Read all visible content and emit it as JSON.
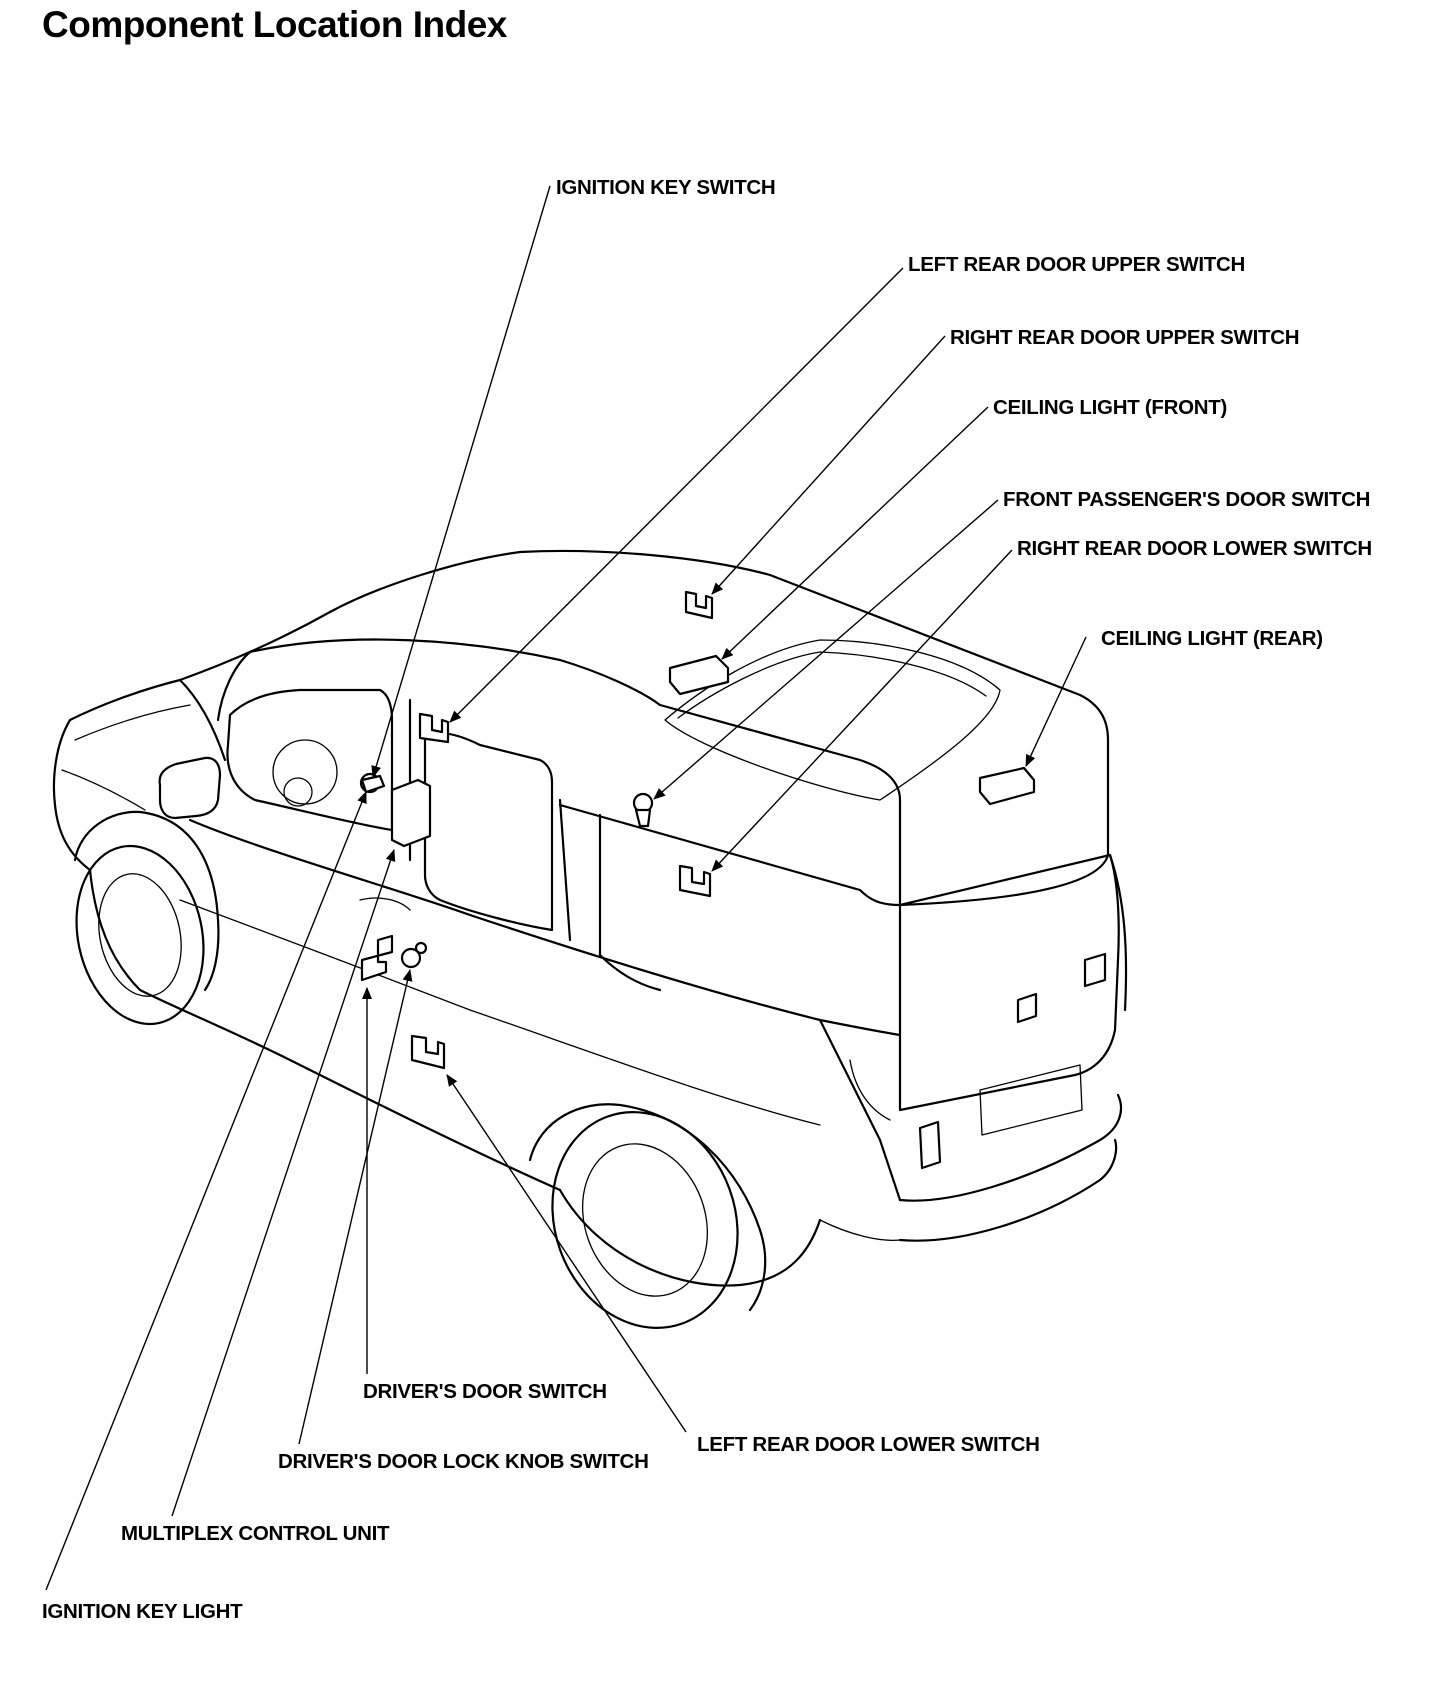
{
  "title": "Component Location Index",
  "labels": {
    "ignition_key_switch": "IGNITION KEY SWITCH",
    "left_rear_door_upper_switch": "LEFT REAR DOOR UPPER SWITCH",
    "right_rear_door_upper_switch": "RIGHT REAR DOOR UPPER SWITCH",
    "ceiling_light_front": "CEILING LIGHT (FRONT)",
    "front_passengers_door_switch": "FRONT PASSENGER'S DOOR SWITCH",
    "right_rear_door_lower_switch": "RIGHT REAR DOOR LOWER SWITCH",
    "ceiling_light_rear": "CEILING LIGHT (REAR)",
    "drivers_door_switch": "DRIVER'S DOOR SWITCH",
    "left_rear_door_lower_switch": "LEFT REAR DOOR LOWER SWITCH",
    "drivers_door_lock_knob_switch": "DRIVER'S DOOR LOCK KNOB SWITCH",
    "multiplex_control_unit": "MULTIPLEX CONTROL UNIT",
    "ignition_key_light": "IGNITION KEY LIGHT"
  }
}
